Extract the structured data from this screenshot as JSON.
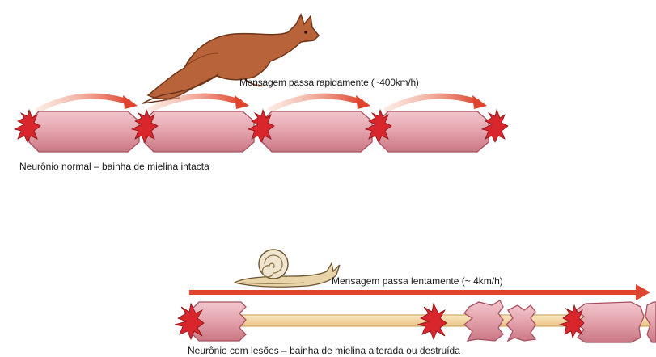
{
  "top": {
    "message": "Mensagem passa rapidamente (~400km/h)",
    "caption": "Neurônio normal – bainha de mielina intacta"
  },
  "bottom": {
    "message": "Mensagem passa lentamente (~ 4km/h)",
    "caption": "Neurônio com lesões – bainha de mielina alterada ou destruída"
  },
  "colors": {
    "myelin_fill": "#e2a3ad",
    "myelin_stroke": "#a8505f",
    "node_red": "#d8262c",
    "arrow_red": "#e0442e",
    "axon_exposed": "#f3d7a2",
    "kangaroo": "#b9633a",
    "snail_shell": "#f0e6cf"
  },
  "icons": [
    "kangaroo-icon",
    "snail-icon"
  ]
}
